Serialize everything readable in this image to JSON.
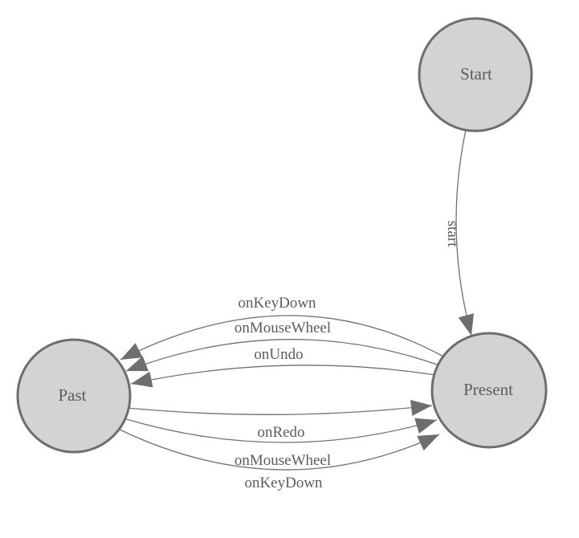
{
  "colors": {
    "background": "#ffffff",
    "node_fill": "#d3d3d3",
    "node_stroke": "#6e6e6e",
    "edge_stroke": "#707070",
    "arrow_fill": "#6e6e6e",
    "label_text": "#5c5c5c"
  },
  "nodes": [
    {
      "id": "start",
      "label": "Start"
    },
    {
      "id": "present",
      "label": "Present"
    },
    {
      "id": "past",
      "label": "Past"
    }
  ],
  "edges": [
    {
      "id": "start-to-present",
      "label": "start",
      "from": "Start",
      "to": "Present"
    },
    {
      "id": "present-to-past-keydown",
      "label": "onKeyDown",
      "from": "Present",
      "to": "Past"
    },
    {
      "id": "present-to-past-mousewheel",
      "label": "onMouseWheel",
      "from": "Present",
      "to": "Past"
    },
    {
      "id": "present-to-past-undo",
      "label": "onUndo",
      "from": "Present",
      "to": "Past"
    },
    {
      "id": "past-to-present-redo",
      "label": "onRedo",
      "from": "Past",
      "to": "Present"
    },
    {
      "id": "past-to-present-mousewheel",
      "label": "onMouseWheel",
      "from": "Past",
      "to": "Present"
    },
    {
      "id": "past-to-present-keydown",
      "label": "onKeyDown",
      "from": "Past",
      "to": "Present"
    }
  ]
}
